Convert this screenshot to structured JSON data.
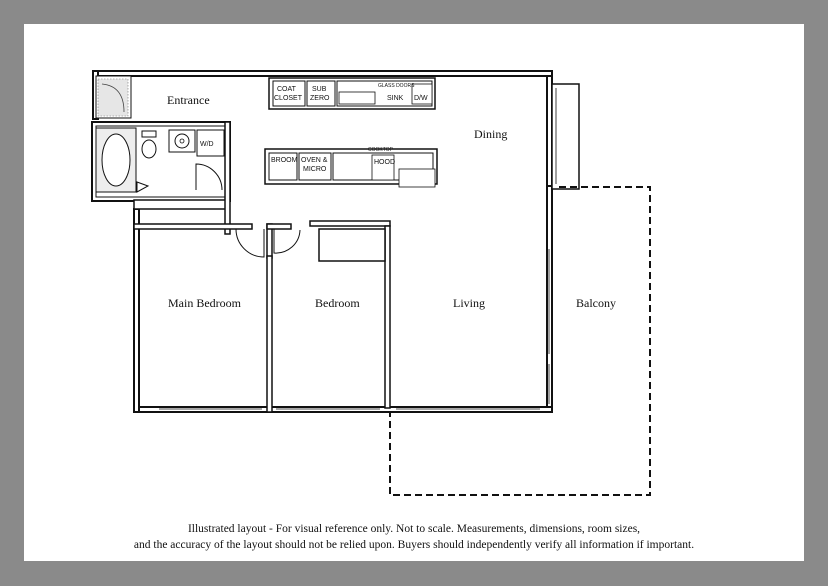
{
  "rooms": {
    "entrance": "Entrance",
    "dining": "Dining",
    "main_bedroom": "Main Bedroom",
    "bedroom": "Bedroom",
    "living": "Living",
    "balcony": "Balcony"
  },
  "fixtures": {
    "coat": "COAT",
    "closet": "CLOSET",
    "sub": "SUB",
    "zero": "ZERO",
    "glass_doors": "GLASS DOORS",
    "sink": "SINK",
    "dw": "D/W",
    "wd": "W/D",
    "broom": "BROOM",
    "oven": "OVEN &",
    "micro": "MICRO",
    "cooktop": "COOKTOP",
    "hood": "HOOD"
  },
  "disclaimer": {
    "line1": "Illustrated layout - For visual reference only. Not to scale. Measurements, dimensions, room sizes,",
    "line2": "and the accuracy of the layout should not be relied upon. Buyers should independently verify all information if important."
  }
}
